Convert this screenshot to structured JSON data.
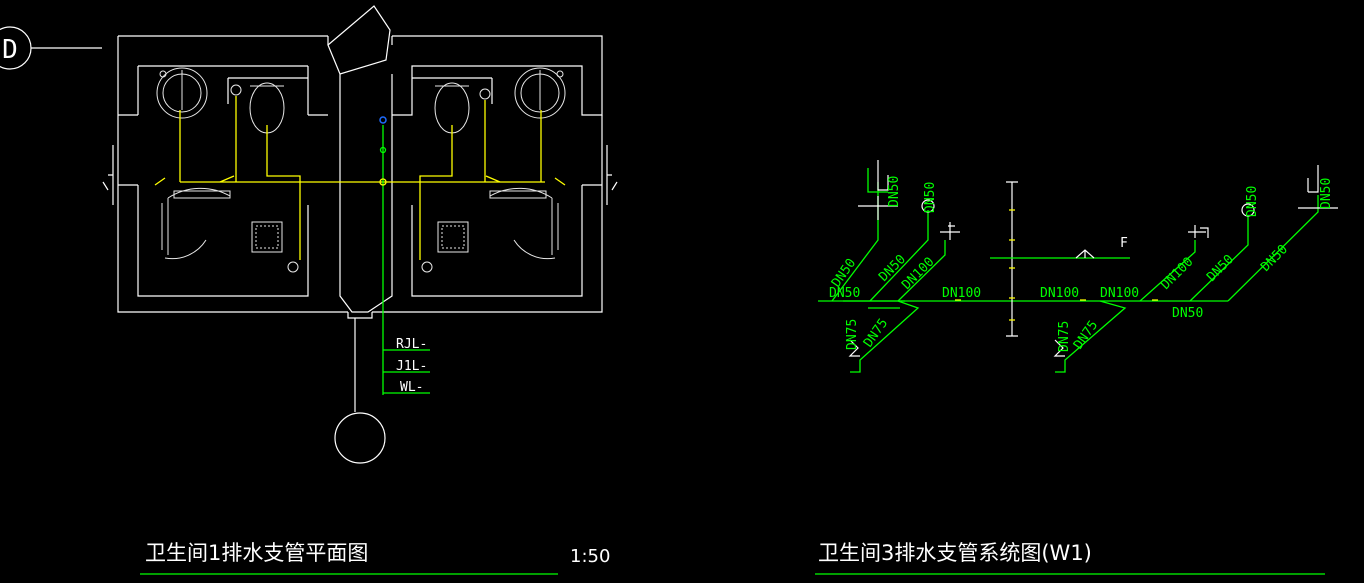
{
  "grid_axis": "D",
  "plan": {
    "title": "卫生间1排水支管平面图",
    "scale": "1:50",
    "riser_labels": [
      "RJL-",
      "J1L-",
      "WL-"
    ]
  },
  "system": {
    "title": "卫生间3排水支管系统图(W1)",
    "floor_marker": "F",
    "pipe_labels": {
      "dn50_a": "DN50",
      "dn50_b": "DN50",
      "dn50_c": "DN50",
      "dn50_d": "DN50",
      "dn50_e": "DN50",
      "dn50_f": "DN50",
      "dn50_g": "DN50",
      "dn50_h": "DN50",
      "dn50_i": "DN50",
      "dn100_a": "DN100",
      "dn100_b": "DN100",
      "dn100_c": "DN100",
      "dn100_d": "DN100",
      "dn100_e": "DN100",
      "dn75_a": "DN75",
      "dn75_b": "DN75",
      "dn75_c": "DN75",
      "dn75_d": "DN75"
    }
  },
  "colors": {
    "background": "#000000",
    "walls": "#ffffff",
    "supply": "#ffff00",
    "drainage": "#00ff00",
    "riser_dot": "#1e6cff"
  }
}
